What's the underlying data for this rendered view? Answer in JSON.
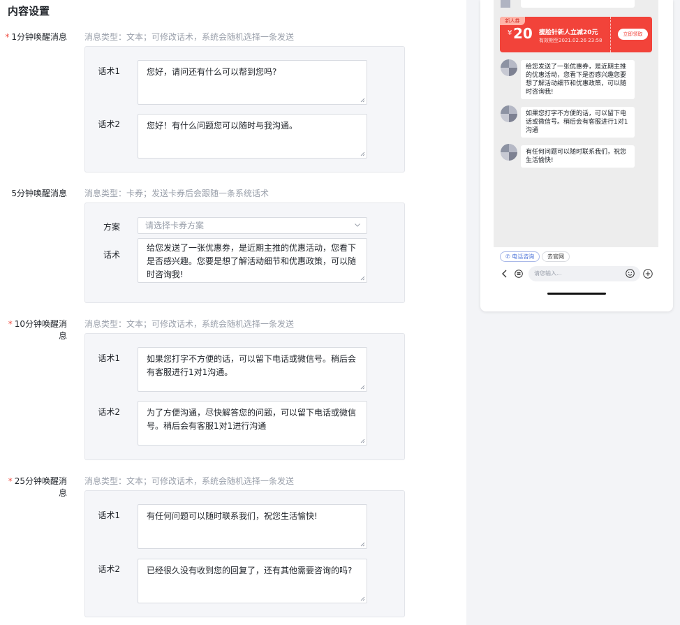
{
  "section_title": "内容设置",
  "rows": [
    {
      "label": "1分钟唤醒消息",
      "required": true,
      "hint": "消息类型：文本；可修改话术，系统会随机选择一条发送",
      "fields": [
        {
          "label": "话术1",
          "value": "您好，请问还有什么可以帮到您吗?"
        },
        {
          "label": "话术2",
          "value": "您好！有什么问题您可以随时与我沟通。"
        }
      ]
    },
    {
      "label": "5分钟唤醒消息",
      "required": false,
      "hint": "消息类型：卡券；发送卡券后会跟随一条系统话术",
      "plan_label": "方案",
      "plan_placeholder": "请选择卡券方案",
      "script_label": "话术",
      "script_value": "给您发送了一张优惠券，是近期主推的优惠活动，您看下是否感兴趣。您要是想了解活动细节和优惠政策，可以随时咨询我!"
    },
    {
      "label": "10分钟唤醒消息",
      "required": true,
      "hint": "消息类型：文本；可修改话术，系统会随机选择一条发送",
      "fields": [
        {
          "label": "话术1",
          "value": "如果您打字不方便的话，可以留下电话或微信号。稍后会有客服进行1对1沟通。"
        },
        {
          "label": "话术2",
          "value": "为了方便沟通，尽快解答您的问题，可以留下电话或微信号。稍后会有客服1对1进行沟通"
        }
      ]
    },
    {
      "label": "25分钟唤醒消息",
      "required": true,
      "hint": "消息类型：文本；可修改话术，系统会随机选择一条发送",
      "fields": [
        {
          "label": "话术1",
          "value": "有任何问题可以随时联系我们，祝您生活愉快!"
        },
        {
          "label": "话术2",
          "value": "已经很久没有收到您的回复了，还有其他需要咨询的吗?"
        }
      ]
    }
  ],
  "preview": {
    "coupon": {
      "tag": "新人券",
      "currency": "¥",
      "amount": "20",
      "title": "瘦脸针新人立减20元",
      "validity": "有效期至2021.02.26 23:58",
      "claim_label": "立即领取"
    },
    "messages": [
      "给您发送了一张优惠券，是近期主推的优惠活动，您看下是否感兴趣您要想了解活动细节和优惠政策，可以随时咨询我!",
      "如果您打字不方便的话，可以留下电话或微信号。稍后会有客服进行1对1沟通",
      "有任何问题可以随时联系我们，祝您生活愉快!"
    ],
    "chips": [
      "电话咨询",
      "去官网"
    ],
    "input_placeholder": "请您输入..."
  },
  "colors": {
    "required_star": "#f04a3e",
    "coupon_bg": "#f2433a",
    "chip_accent": "#4a72d9"
  }
}
